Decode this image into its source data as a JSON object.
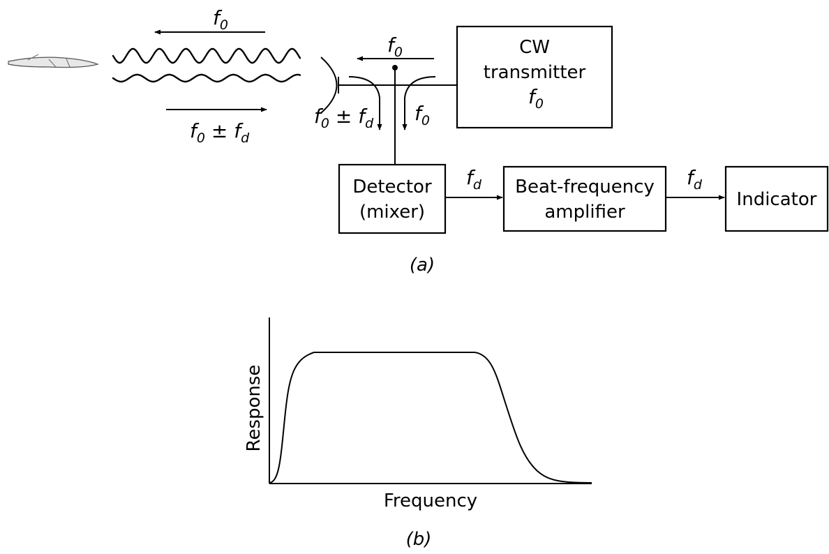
{
  "symbols": {
    "f0": {
      "base": "f",
      "sub": "0"
    },
    "fd": {
      "base": "f",
      "sub": "d"
    },
    "f0_pm_fd": {
      "base": "f",
      "sub": "0",
      "op": " ± ",
      "base2": "f",
      "sub2": "d"
    }
  },
  "blocks": {
    "transmitter": [
      "CW",
      "transmitter"
    ],
    "detector": [
      "Detector",
      "(mixer)"
    ],
    "amplifier": [
      "Beat-frequency",
      "amplifier"
    ],
    "indicator": [
      "Indicator"
    ]
  },
  "captions": {
    "a": "(a)",
    "b": "(b)"
  },
  "response_plot": {
    "xlabel": "Frequency",
    "ylabel": "Response"
  },
  "colors": {
    "ink": "#000000",
    "background": "#ffffff"
  }
}
